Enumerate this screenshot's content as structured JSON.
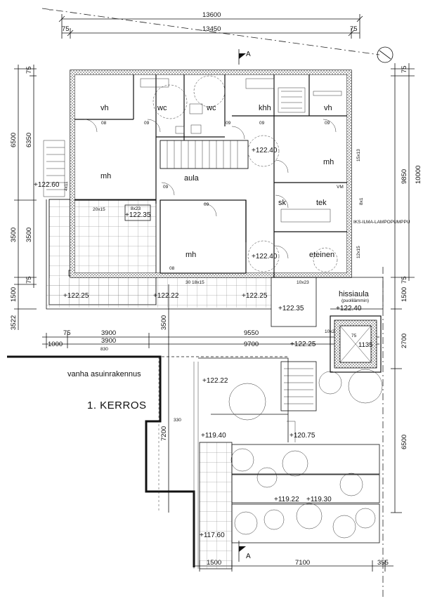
{
  "dimensions": {
    "top_overall": "13600",
    "top_inner": "13450",
    "top_left_offset": "75",
    "top_right_offset": "75",
    "left_top_offset": "75",
    "left_6500": "6500",
    "left_6350": "6350",
    "left_3500": "3500",
    "left_1500": "1500",
    "left_3522": "3522",
    "left_75": "75",
    "right_top_offset": "75",
    "right_9850": "9850",
    "right_10000": "10000",
    "right_75": "75",
    "right_1500": "1500",
    "right_2700": "2700",
    "right_6500": "6500",
    "mid_75": "75",
    "mid_3900a": "3900",
    "mid_3900b": "3900",
    "mid_1000": "1000",
    "mid_9550": "9550",
    "mid_9700": "9700",
    "mid_3500": "3500",
    "mid_7200": "7200",
    "bottom_1500": "1500",
    "bottom_7100": "7100",
    "bottom_355": "355",
    "elev_75": "75",
    "elev_1135": "1135",
    "label_830": "830",
    "label_330": "330"
  },
  "rooms": {
    "vh_left": "vh",
    "wc_1": "wc",
    "wc_2": "wc",
    "khh": "khh",
    "vh_right": "vh",
    "mh_left": "mh",
    "aula": "aula",
    "mh_right": "mh",
    "sk": "sk",
    "tek": "tek",
    "mh_center": "mh",
    "eteinen": "eteinen",
    "hissiaula": "hissiaula",
    "puolilammin": "(puolilämmin)",
    "hissi": "hissi"
  },
  "levels": {
    "l_122_60": "+122.60",
    "l_122_40_stair": "+122.40",
    "l_122_35_terrace": "+122.35",
    "l_122_40_entry": "+122.40",
    "l_122_25_a": "+122.25",
    "l_122_22_a": "+122.22",
    "l_122_25_b": "+122.25",
    "l_122_35_b": "+122.35",
    "l_122_40_c": "+122.40",
    "l_122_25_c": "+122.25",
    "l_122_22_b": "+122.22",
    "l_119_40": "+119.40",
    "l_120_75": "+120.75",
    "l_119_22": "+119.22",
    "l_119_30": "+119.30",
    "l_117_60": "+117.60"
  },
  "labels": {
    "section_a_top": "A",
    "section_a_bottom": "A",
    "old_building": "vanha asuinrakennus",
    "floor_name": "1. KERROS",
    "vm": "VM",
    "heat_pump": "IKS-ILMA-LAMPOPUMPPU",
    "win_20x15": "20x15",
    "win_8x23": "8x23",
    "win_30x15": "30 18x15",
    "win_10x23a": "10x23",
    "win_10x23b": "10x23",
    "win_15x13": "15x13",
    "win_12x15": "12x15",
    "door_09a": "09",
    "door_09b": "09",
    "door_09c": "09",
    "door_09d": "09",
    "door_09e": "09",
    "door_09f": "09",
    "door_08a": "08",
    "door_08b": "08",
    "side_4x11": "4x11",
    "side_8x1": "8x1"
  }
}
